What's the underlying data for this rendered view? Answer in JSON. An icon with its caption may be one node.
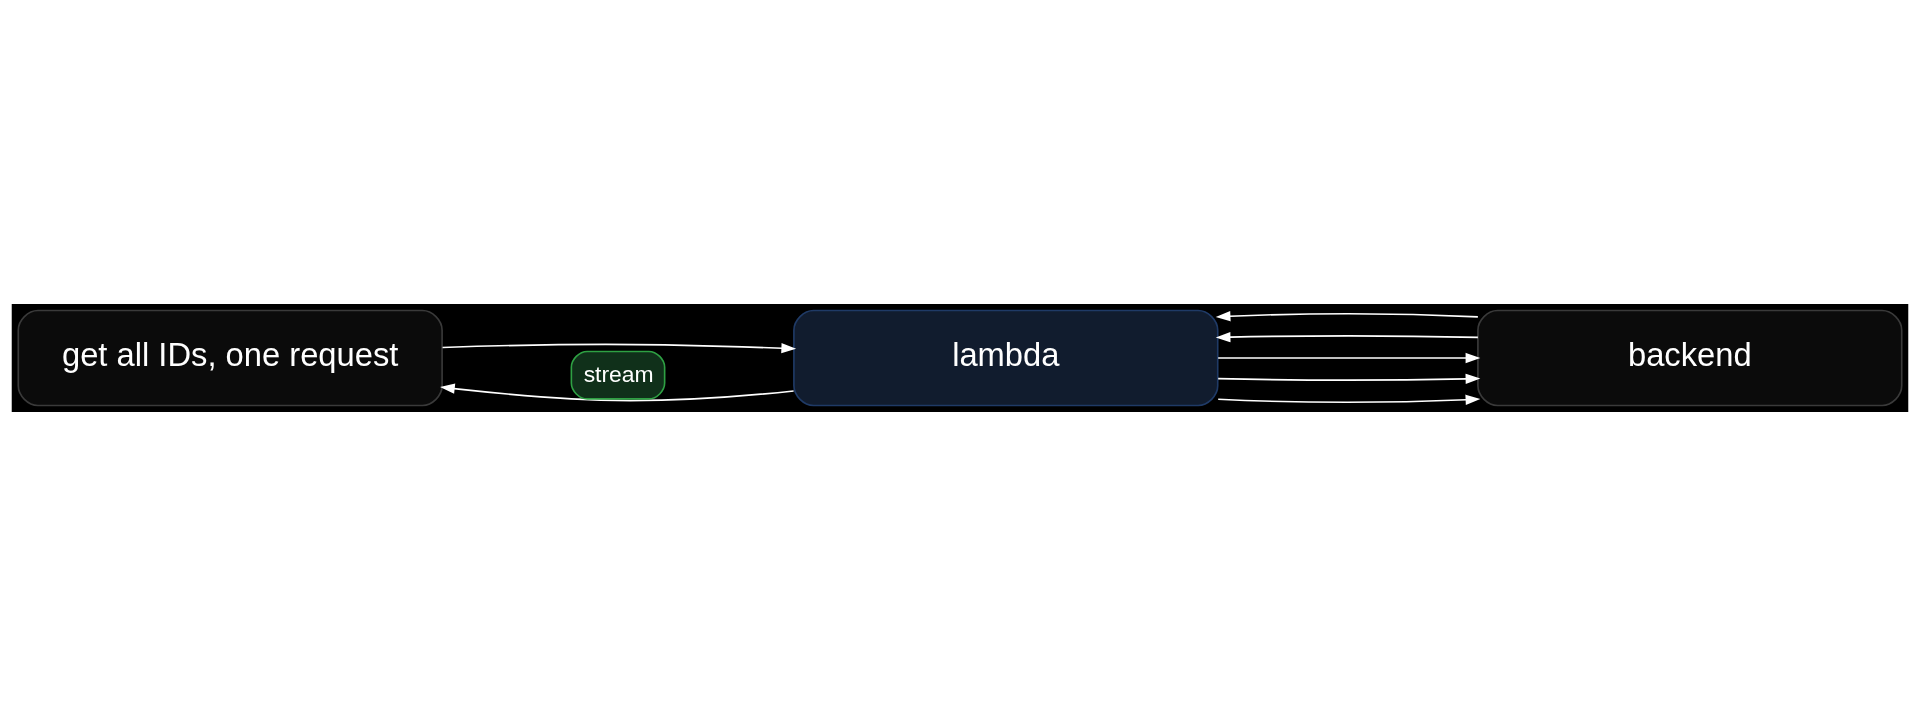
{
  "diagram": {
    "nodes": [
      {
        "text": [
          "get all IDs, one request"
        ]
      },
      {
        "text": [
          "lambda"
        ]
      },
      {
        "text": [
          "backend"
        ]
      }
    ],
    "edges": [
      {
        "from": 0,
        "to": 1,
        "arrow": "to"
      },
      {
        "from": 1,
        "to": 0,
        "arrow": "to",
        "label": "stream"
      },
      {
        "from": 1,
        "to": 2,
        "arrow": "to"
      },
      {
        "from": 1,
        "to": 2,
        "arrow": "to"
      },
      {
        "from": 1,
        "to": 2,
        "arrow": "to"
      },
      {
        "from": 2,
        "to": 1,
        "arrow": "to"
      },
      {
        "from": 2,
        "to": 1,
        "arrow": "to"
      }
    ]
  }
}
